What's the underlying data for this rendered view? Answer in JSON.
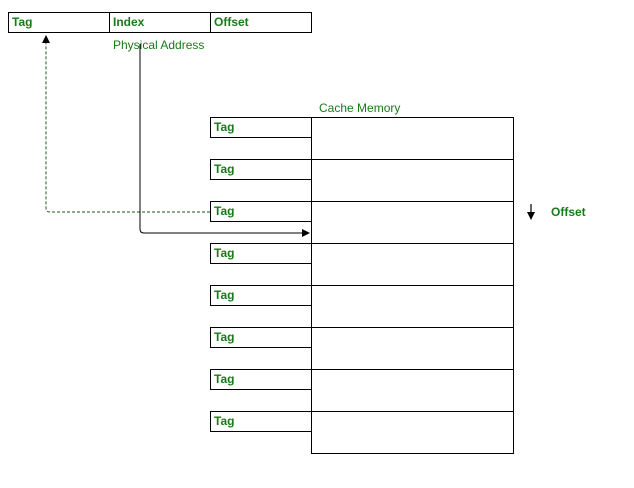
{
  "physical_address": {
    "fields": [
      {
        "label": "Tag"
      },
      {
        "label": "Index"
      },
      {
        "label": "Offset"
      }
    ],
    "caption": "Physical Address"
  },
  "cache": {
    "title": "Cache Memory",
    "rows": [
      {
        "tag": "Tag"
      },
      {
        "tag": "Tag"
      },
      {
        "tag": "Tag"
      },
      {
        "tag": "Tag"
      },
      {
        "tag": "Tag"
      },
      {
        "tag": "Tag"
      },
      {
        "tag": "Tag"
      },
      {
        "tag": "Tag"
      }
    ]
  },
  "offset_label": "Offset",
  "colors": {
    "label_green": "#1a7a1a",
    "border": "#000000"
  }
}
